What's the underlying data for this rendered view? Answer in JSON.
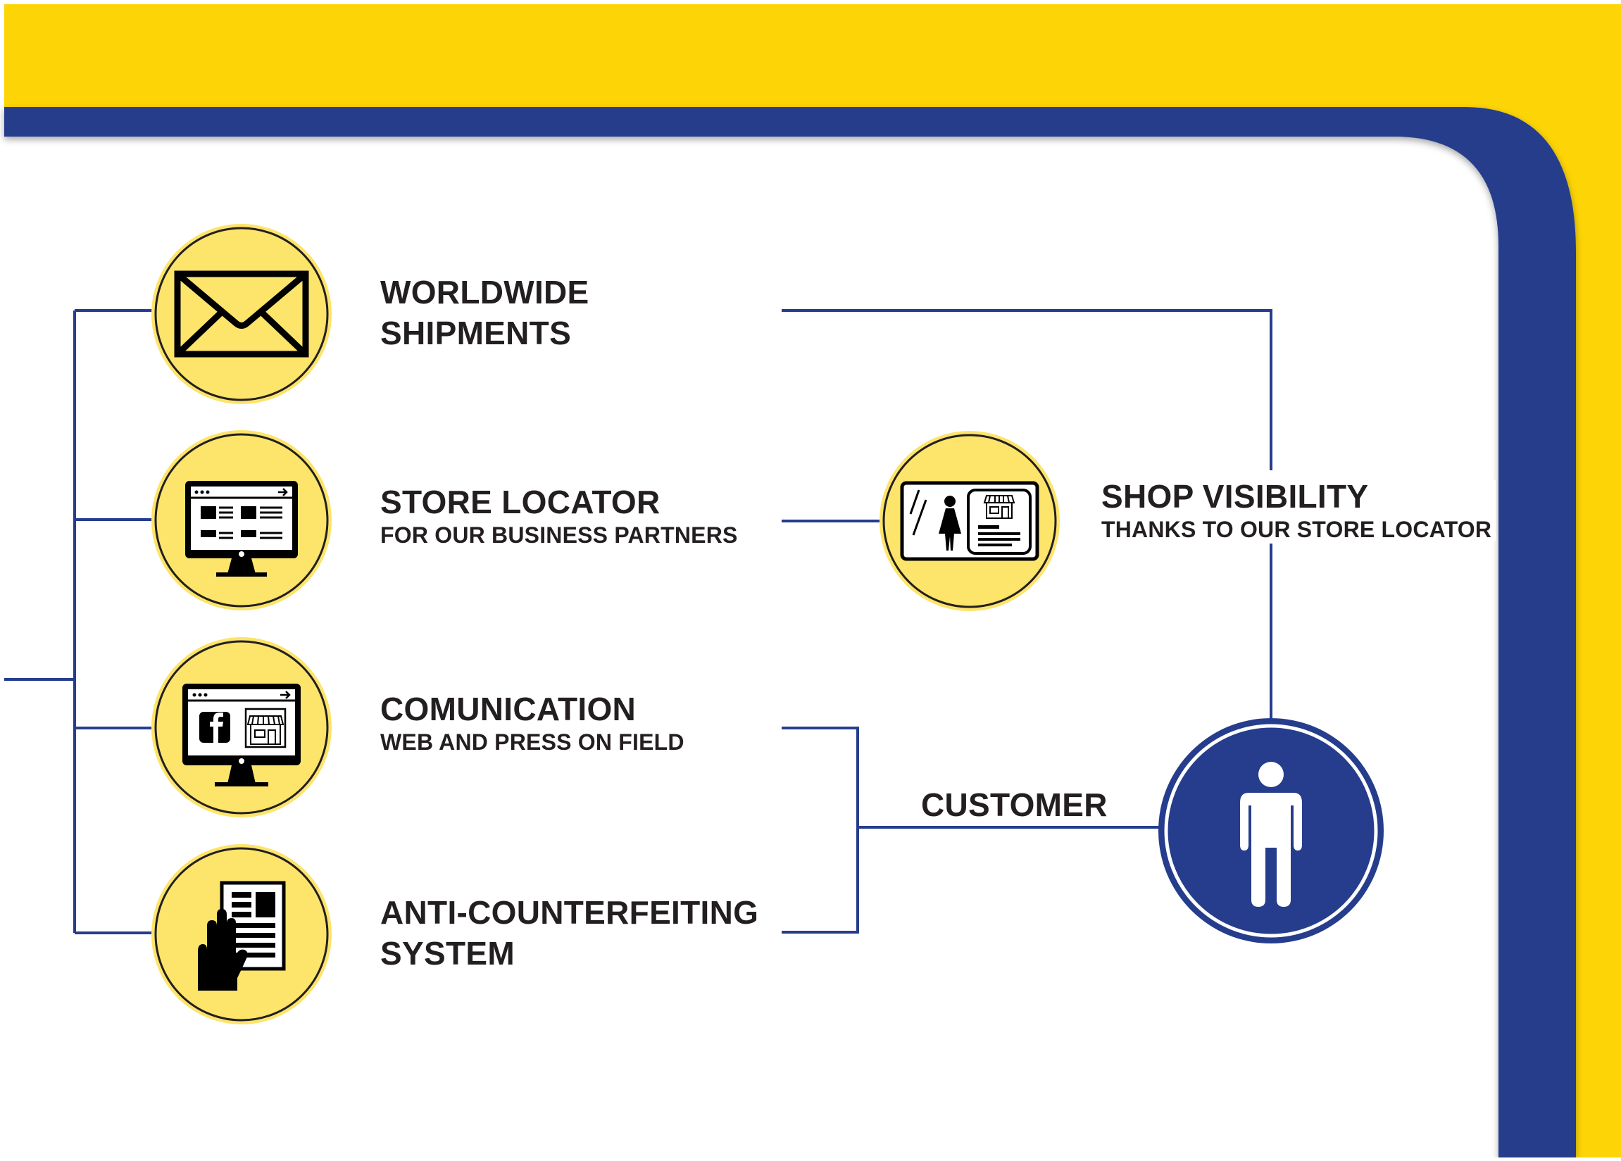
{
  "colors": {
    "yellow_band": "#fdd506",
    "blue_band": "#253d8c",
    "circle_fill": "#fde46a",
    "customer_circle": "#253d8c",
    "line": "#253d8c",
    "ink": "#231f20"
  },
  "items": [
    {
      "id": "worldwide-shipments",
      "title": [
        "WORLDWIDE",
        "SHIPMENTS"
      ],
      "subtitle": "",
      "icon": "envelope-icon"
    },
    {
      "id": "store-locator",
      "title": [
        "STORE LOCATOR"
      ],
      "subtitle": "FOR OUR BUSINESS PARTNERS",
      "icon": "desktop-store-locator-icon"
    },
    {
      "id": "comunication",
      "title": [
        "COMUNICATION"
      ],
      "subtitle": "WEB AND PRESS ON FIELD",
      "icon": "desktop-social-icon"
    },
    {
      "id": "anti-counterfeiting",
      "title": [
        "ANTI-COUNTERFEITING",
        "SYSTEM"
      ],
      "subtitle": "",
      "icon": "hand-document-icon"
    }
  ],
  "shop_visibility": {
    "title": "SHOP VISIBILITY",
    "subtitle": "THANKS TO OUR STORE LOCATOR",
    "icon": "shop-window-icon"
  },
  "customer": {
    "label": "CUSTOMER",
    "icon": "person-icon"
  }
}
